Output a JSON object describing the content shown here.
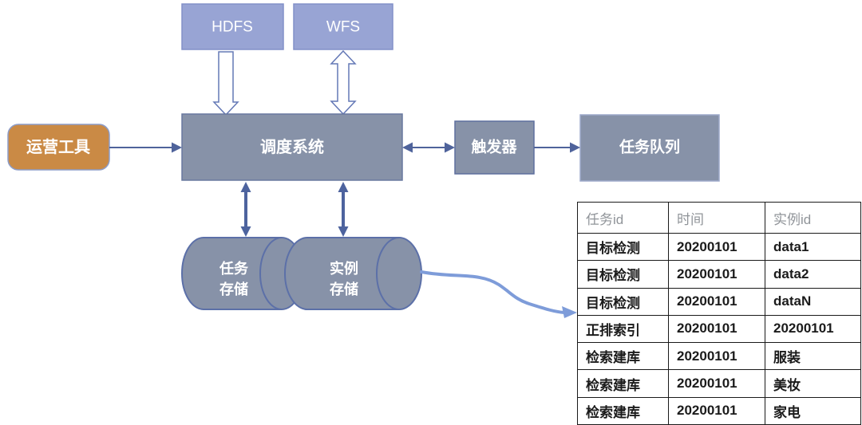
{
  "diagram": {
    "hdfs": {
      "label": "HDFS"
    },
    "wfs": {
      "label": "WFS"
    },
    "ops_tool": {
      "label": "运营工具"
    },
    "scheduler": {
      "label": "调度系统"
    },
    "trigger": {
      "label": "触发器"
    },
    "task_queue": {
      "label": "任务队列"
    },
    "task_storage": {
      "line1": "任务",
      "line2": "存储"
    },
    "instance_storage": {
      "line1": "实例",
      "line2": "存储"
    }
  },
  "colors": {
    "accent_orange": "#CA8A45",
    "periwinkle_box": "#98A4D4",
    "periwinkle_border": "#8290C8",
    "gray_blue_box": "#8792A8",
    "gray_blue_border": "#68789F",
    "queue_border": "#9DAACB",
    "cylinder_border": "#5C70A8",
    "connector_blue": "#4F639B",
    "hollow_arrow_border": "#6478B6",
    "flow_arrow_blue": "#7E9CD9",
    "node_text": "#FFFFFF",
    "table_border": "#1A1A1A",
    "table_header_text": "#909499",
    "table_body_text": "#1B1B1B"
  },
  "table": {
    "headers": [
      "任务id",
      "时间",
      "实例id"
    ],
    "rows": [
      [
        "目标检测",
        "20200101",
        "data1"
      ],
      [
        "目标检测",
        "20200101",
        "data2"
      ],
      [
        "目标检测",
        "20200101",
        "dataN"
      ],
      [
        "正排索引",
        "20200101",
        "20200101"
      ],
      [
        "检索建库",
        "20200101",
        "服装"
      ],
      [
        "检索建库",
        "20200101",
        "美妆"
      ],
      [
        "检索建库",
        "20200101",
        "家电"
      ]
    ]
  }
}
